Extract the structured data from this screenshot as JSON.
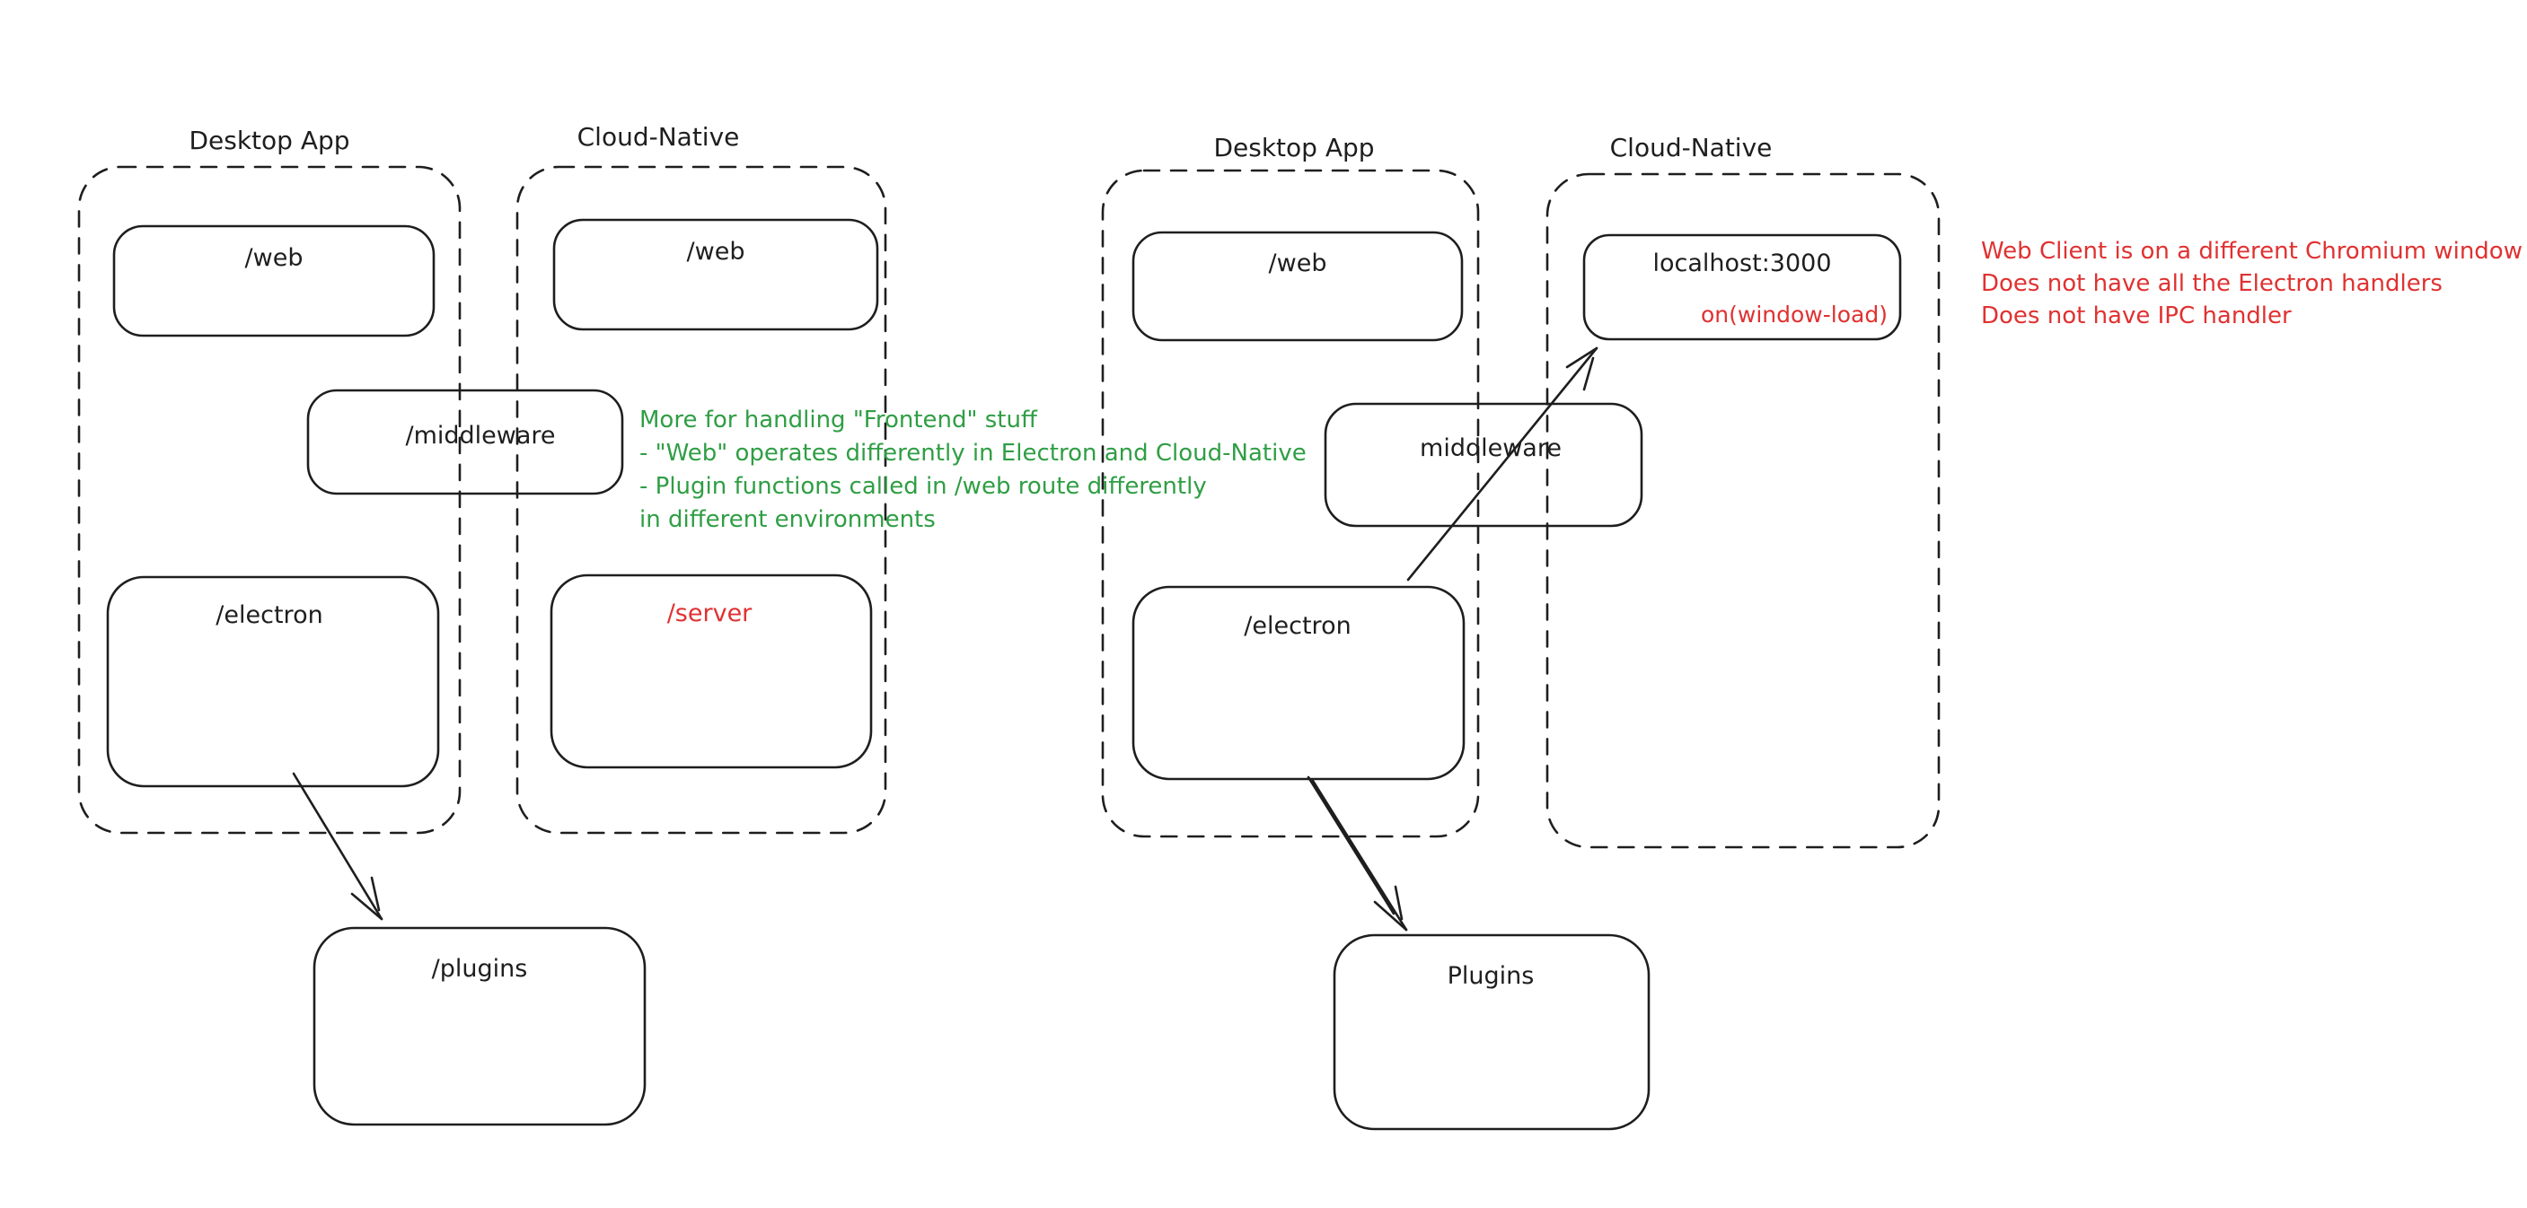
{
  "colors": {
    "stroke": "#1e1e1e",
    "red": "#e03131",
    "green": "#2f9e44",
    "background": "#ffffff"
  },
  "left": {
    "desktop_title": "Desktop App",
    "cloud_title": "Cloud-Native",
    "web_desktop": "/web",
    "web_cloud": "/web",
    "middleware": "/middleware",
    "electron": "/electron",
    "server": "/server",
    "plugins": "/plugins",
    "green_note": {
      "line1": "More for handling \"Frontend\" stuff",
      "line2": "- \"Web\" operates differently in Electron and Cloud-Native",
      "line3": "- Plugin functions called in /web route differently",
      "line4": "in different environments"
    }
  },
  "right": {
    "desktop_title": "Desktop App",
    "cloud_title": "Cloud-Native",
    "web": "/web",
    "localhost": "localhost:3000",
    "window_load": "on(window-load)",
    "middleware": "middleware",
    "electron": "/electron",
    "plugins": "Plugins",
    "red_note": {
      "line1": "Web Client is on a different Chromium window",
      "line2": "Does not have all the Electron handlers",
      "line3": "Does not have IPC handler"
    }
  }
}
